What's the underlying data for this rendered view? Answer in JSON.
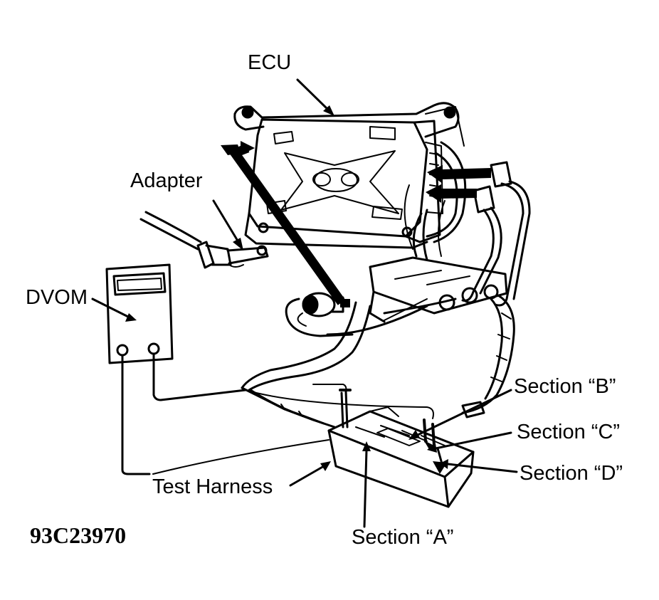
{
  "labels": {
    "ecu": "ECU",
    "adapter": "Adapter",
    "dvom": "DVOM",
    "section_b": "Section “B”",
    "section_c": "Section “C”",
    "section_d": "Section “D”",
    "test_harness": "Test Harness",
    "section_a": "Section “A”"
  },
  "figure_id": "93C23970",
  "colors": {
    "ink": "#000000",
    "paper": "#ffffff"
  }
}
